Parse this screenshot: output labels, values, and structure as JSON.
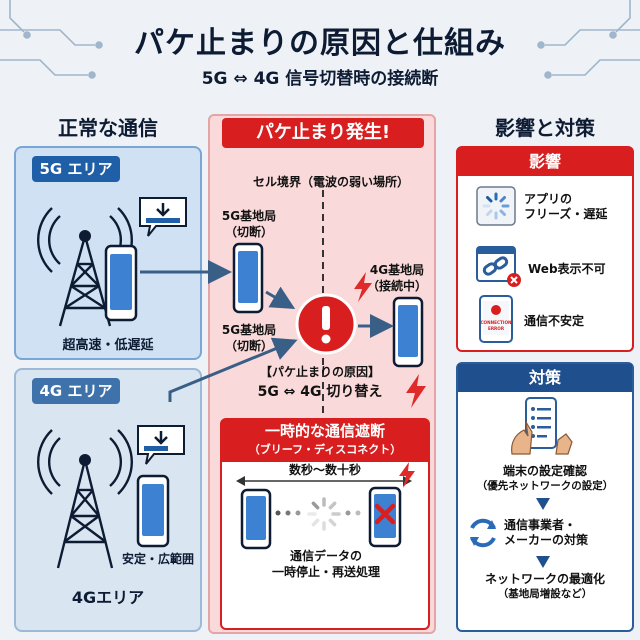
{
  "header": {
    "title": "パケ止まりの原因と仕組み",
    "subtitle": "5G ⇔ 4G 信号切替時の接続断"
  },
  "left": {
    "heading": "正常な通信",
    "area_5g": {
      "pill": "5G エリア",
      "caption": "超高速・低遅延"
    },
    "area_4g": {
      "pill": "4G エリア",
      "caption": "安定・広範囲",
      "bottom_label": "4Gエリア"
    }
  },
  "middle": {
    "banner": "パケ止まり発生!",
    "boundary": "セル境界（電波の弱い場所）",
    "station_5g_top": {
      "line1": "5G基地局",
      "line2": "（切断）"
    },
    "station_5g_bottom": {
      "line1": "5G基地局",
      "line2": "（切断）"
    },
    "station_4g": {
      "line1": "4G基地局",
      "line2": "（接続中）"
    },
    "cause": {
      "line1": "【パケ止まりの原因】",
      "line2": "5G ⇔ 4G 切り替え"
    },
    "breakdown": {
      "title": "一時的な通信遮断",
      "subtitle": "（ブリーフ・ディスコネクト）",
      "duration": "数秒〜数十秒",
      "caption_line1": "通信データの",
      "caption_line2": "一時停止・再送処理"
    }
  },
  "right": {
    "heading": "影響と対策",
    "impact": {
      "title": "影響",
      "items": [
        {
          "icon": "loading-spinner-icon",
          "line1": "アプリの",
          "line2": "フリーズ・遅延"
        },
        {
          "icon": "broken-link-icon",
          "line1": "Web表示不可",
          "line2": ""
        },
        {
          "icon": "connection-error-phone-icon",
          "line1": "通信不安定",
          "line2": ""
        }
      ],
      "error_screen_line1": "CONNECTION",
      "error_screen_line2": "ERROR"
    },
    "measures": {
      "title": "対策",
      "items": [
        {
          "line1": "端末の設定確認",
          "line2": "（優先ネットワークの設定）"
        },
        {
          "line1": "通信事業者・",
          "line2": "メーカーの対策"
        },
        {
          "line1": "ネットワークの最適化",
          "line2": "（基地局増設など）"
        }
      ]
    }
  },
  "colors": {
    "alert_red": "#d81e1e",
    "area_blue": "#1f5fa8",
    "measure_blue": "#1f4f8c"
  }
}
